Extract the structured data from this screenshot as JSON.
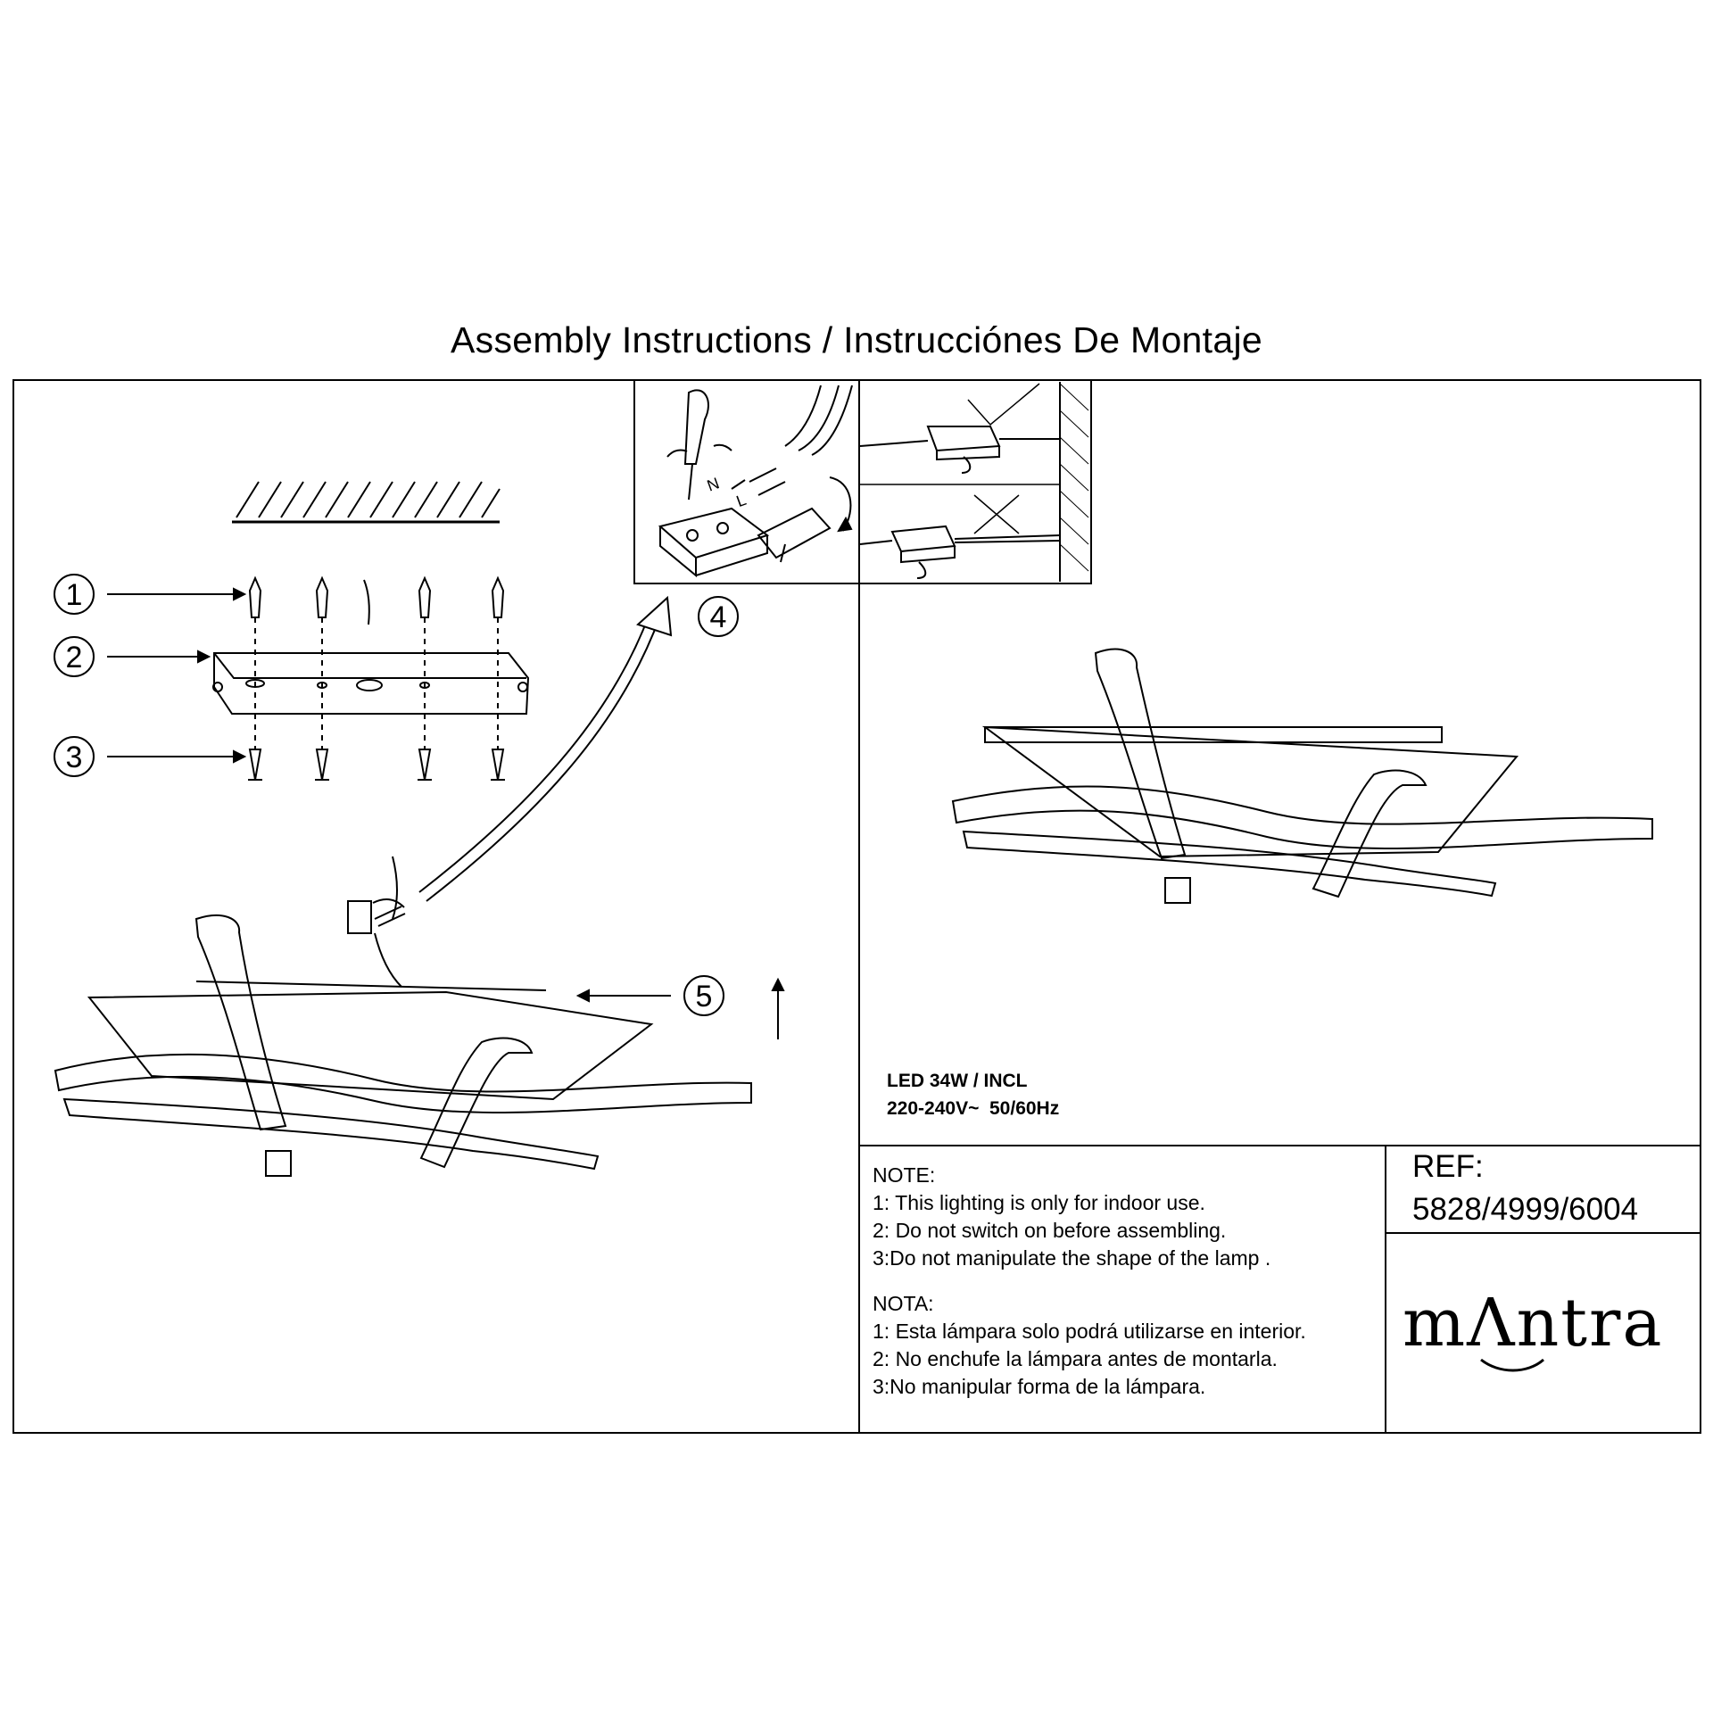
{
  "title": "Assembly Instructions / Instrucciónes De Montaje",
  "callouts": [
    "1",
    "2",
    "3",
    "4",
    "5"
  ],
  "inset_wiring": {
    "terminal_labels": [
      "N",
      "L"
    ]
  },
  "specs": {
    "line1": "LED 34W / INCL",
    "line2": "220-240V~  50/60Hz"
  },
  "note_en": {
    "heading": "NOTE:",
    "items": [
      "1: This lighting is only for indoor use.",
      "2: Do not switch on before assembling.",
      "3:Do not manipulate the shape of the lamp ."
    ]
  },
  "note_es": {
    "heading": "NOTA:",
    "items": [
      "1: Esta lámpara solo podrá utilizarse en interior.",
      "2: No enchufe la lámpara antes de montarla.",
      "3:No manipular forma de la lámpara."
    ]
  },
  "reference": {
    "label": "REF:",
    "value": "5828/4999/6004"
  },
  "brand": "mΛntra",
  "icons": [
    "check-icon",
    "cross-icon",
    "screwdriver-icon",
    "arrow-icon"
  ]
}
